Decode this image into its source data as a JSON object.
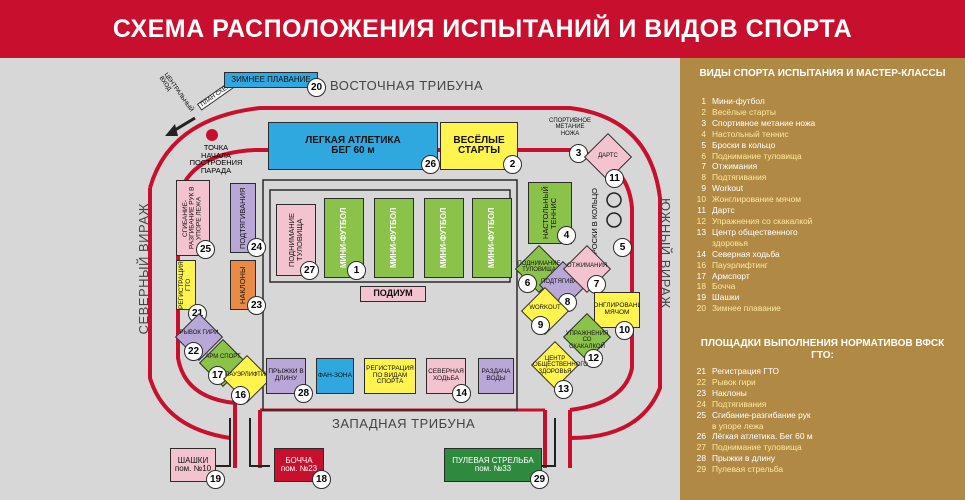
{
  "title": "СХЕМА РАСПОЛОЖЕНИЯ ИСПЫТАНИЙ И ВИДОВ СПОРТА",
  "stands": {
    "east": "ВОСТОЧНАЯ ТРИБУНА",
    "west": "ЗАПАДНАЯ ТРИБУНА",
    "north": "СЕВЕРНЫЙ ВИРАЖ",
    "south": "ЮЖНЫЙ ВИРАЖ"
  },
  "entrance": "ЦЕНТРАЛЬНЫЙ ВХОД",
  "pool_label": "ПЛАН СХЕМЫ",
  "parade_start": "ТОЧКА НАЧАЛА ПОСТРОЕНИЯ ПАРАДА",
  "zones": {
    "z1": "МИНИ-ФУТБОЛ",
    "z2": "ВЕСЁЛЫЕ СТАРТЫ",
    "z3": "СПОРТИВНОЕ МЕТАНИЕ НОЖА",
    "z4": "НАСТОЛЬНЫЙ ТЕННИС",
    "z5": "БРОСКИ В КОЛЬЦО",
    "z6": "ПОДНИМАНИЕ ТУЛОВИЩА",
    "z7": "ОТЖИМАНИЯ",
    "z8": "ПОДТЯГИВАНИЯ",
    "z9": "WORKOUT",
    "z10": "ЖОНГЛИРОВАНИЕ МЯЧОМ",
    "z11": "ДАРТС",
    "z12": "УПРАЖНЕНИЯ СО СКАКАЛКОЙ",
    "z13": "ЦЕНТР ОБЩЕСТВЕННОГО ЗДОРОВЬЯ",
    "z14": "СЕВЕРНАЯ ХОДЬБА",
    "z16": "ПАУЭРЛИФТИНГ",
    "z17": "АРМ СПОРТ",
    "z18a": "БОЧЧА",
    "z18b": "пом. №23",
    "z19a": "ШАШКИ",
    "z19b": "пом. №10",
    "z20": "ЗИМНЕЕ ПЛАВАНИЕ",
    "z21": "РЕГИСТРАЦИЯ ГТО",
    "z22": "РЫВОК ГИРИ",
    "z23": "НАКЛОНЫ",
    "z24": "ПОДТЯГИВАНИЯ",
    "z25": "СГИБАНИЕ-РАЗГИБАНИЕ РУК В УПОРЕ ЛЕЖА",
    "z26a": "ЛЕГКАЯ АТЛЕТИКА",
    "z26b": "БЕГ 60 м",
    "z27": "ПОДНИМАНИЕ ТУЛОВИЩА",
    "z28": "ПРЫЖКИ В ДЛИНУ",
    "z29a": "ПУЛЕВАЯ СТРЕЛЬБА",
    "z29b": "пом. №33",
    "podium": "ПОДИУМ",
    "fanzone": "ФАН-ЗОНА",
    "registration": "РЕГИСТРАЦИЯ ПО ВИДАМ СПОРТА",
    "water": "РАЗДАЧА ВОДЫ"
  },
  "numbers": [
    "1",
    "2",
    "3",
    "4",
    "5",
    "6",
    "7",
    "8",
    "9",
    "10",
    "11",
    "12",
    "13",
    "14",
    "16",
    "17",
    "18",
    "19",
    "20",
    "21",
    "22",
    "23",
    "24",
    "25",
    "26",
    "27",
    "28",
    "29"
  ],
  "side": {
    "heading1": "ВИДЫ СПОРТА ИСПЫТАНИЯ И МАСТЕР-КЛАССЫ",
    "list1": [
      {
        "n": "1",
        "t": "Мини-футбол"
      },
      {
        "n": "2",
        "t": "Весёлые старты"
      },
      {
        "n": "3",
        "t": "Спортивное метание ножа"
      },
      {
        "n": "4",
        "t": "Настольный теннис"
      },
      {
        "n": "5",
        "t": "Броски в кольцо"
      },
      {
        "n": "6",
        "t": "Поднимание туловища"
      },
      {
        "n": "7",
        "t": "Отжимания"
      },
      {
        "n": "8",
        "t": "Подтягивания"
      },
      {
        "n": "9",
        "t": "Workout"
      },
      {
        "n": "10",
        "t": "Жонглирование мячом"
      },
      {
        "n": "11",
        "t": "Дартс"
      },
      {
        "n": "12",
        "t": "Упражнения со скакалкой"
      },
      {
        "n": "13",
        "t": "Центр общественного"
      },
      {
        "n": "",
        "t": "здоровья"
      },
      {
        "n": "14",
        "t": "Северная ходьба"
      },
      {
        "n": "16",
        "t": "Пауэрлифтинг"
      },
      {
        "n": "17",
        "t": "Армспорт"
      },
      {
        "n": "18",
        "t": "Бочча"
      },
      {
        "n": "19",
        "t": "Шашки"
      },
      {
        "n": "20",
        "t": "Зимнее плавание"
      }
    ],
    "heading2": "ПЛОЩАДКИ ВЫПОЛНЕНИЯ НОРМАТИВОВ ВФСК ГТО:",
    "list2": [
      {
        "n": "21",
        "t": "Регистрация ГТО"
      },
      {
        "n": "22",
        "t": "Рывок гири"
      },
      {
        "n": "23",
        "t": "Наклоны"
      },
      {
        "n": "24",
        "t": "Подтягивания"
      },
      {
        "n": "25",
        "t": "Сгибание-разгибание рук"
      },
      {
        "n": "",
        "t": "в упоре лежа"
      },
      {
        "n": "26",
        "t": "Лёгкая атлетика. Бег 60 м"
      },
      {
        "n": "27",
        "t": "Поднимание туловища"
      },
      {
        "n": "28",
        "t": "Прыжки в длину"
      },
      {
        "n": "29",
        "t": "Пулевая стрельба"
      }
    ]
  },
  "colors": {
    "red": "#c8102e",
    "gold": "#b08a45",
    "green": "#8bc34a",
    "yellow": "#fff34d",
    "blue": "#2fa8e0",
    "pink": "#f3c4d0",
    "purple": "#b9a7d8",
    "orange": "#e98b45"
  }
}
